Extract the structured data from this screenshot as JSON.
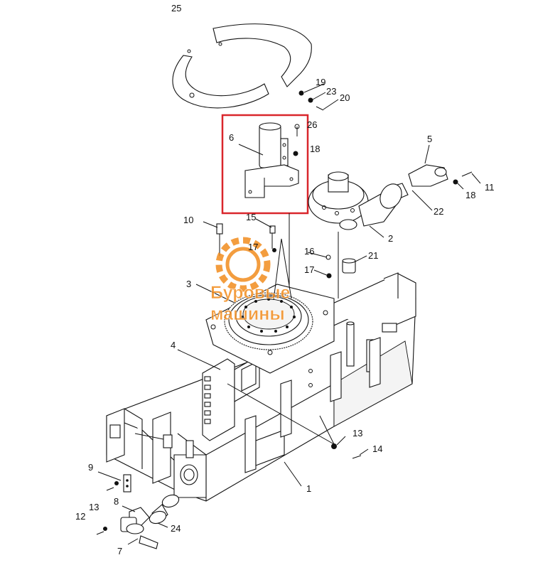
{
  "watermark": {
    "line1": "Буровые",
    "line2": "машины",
    "color": "#f28c1e"
  },
  "highlight_color": "#d9262c",
  "callouts": [
    "1",
    "2",
    "3",
    "4",
    "5",
    "6",
    "7",
    "8",
    "9",
    "10",
    "11",
    "12",
    "13",
    "13",
    "14",
    "15",
    "16",
    "17",
    "17",
    "18",
    "18",
    "19",
    "20",
    "21",
    "22",
    "23",
    "24",
    "25",
    "26"
  ]
}
